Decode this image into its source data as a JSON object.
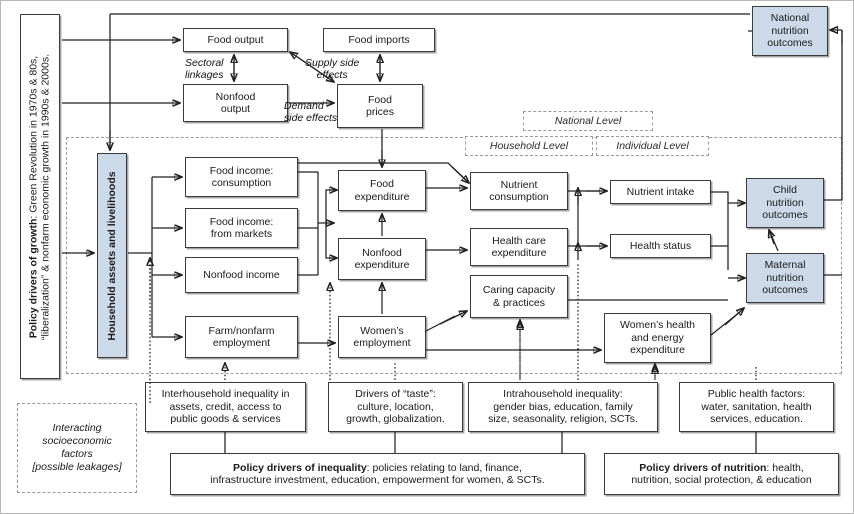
{
  "figure": {
    "title": "Conceptual framework linking policy drivers of growth to nutrition outcomes"
  },
  "policy_growth": {
    "bold": "Policy drivers of growth",
    "rest": ": Green Revolution in 1970s & 80s,",
    "line2": "“liberalization” & nonfarm economic growth in 1990s & 2000s."
  },
  "household_assets": {
    "label": "Household assets and livelihoods"
  },
  "nodes": {
    "food_output": "Food output",
    "food_imports": "Food imports",
    "nonfood_output": "Nonfood\noutput",
    "food_prices": "Food\nprices",
    "food_income_consumption": "Food income:\nconsumption",
    "food_income_markets": "Food income:\nfrom markets",
    "nonfood_income": "Nonfood income",
    "farm_nonfarm_employment": "Farm/nonfarm\nemployment",
    "food_expenditure": "Food\nexpenditure",
    "nonfood_expenditure": "Nonfood\nexpenditure",
    "womens_employment": "Women’s\nemployment",
    "nutrient_consumption": "Nutrient\nconsumption",
    "health_care_expenditure": "Health care\nexpenditure",
    "caring_capacity": "Caring capacity\n& practices",
    "nutrient_intake": "Nutrient intake",
    "health_status": "Health status",
    "womens_health": "Women’s health\nand energy\nexpenditure",
    "child_nutrition_outcomes": "Child\nnutrition\noutcomes",
    "maternal_nutrition_outcomes": "Maternal\nnutrition\noutcomes",
    "national_nutrition_outcomes": "National\nnutrition\noutcomes"
  },
  "edge_labels": {
    "sectoral_linkages": "Sectoral\nlinkages",
    "supply_side_effects": "Supply side\neffects",
    "demand_side_effects": "Demand\nside effects"
  },
  "level_labels": {
    "national": "National Level",
    "household": "Household Level",
    "individual": "Individual Level"
  },
  "interacting": {
    "text": "Interacting\nsocioeconomic\nfactors\n[possible leakages]"
  },
  "factor_boxes": [
    {
      "name": "interhousehold",
      "text": "Interhousehold inequality in\nassets, credit, access to\npublic goods & services"
    },
    {
      "name": "taste",
      "text": "Drivers of “taste”:\nculture, location,\ngrowth, globalization."
    },
    {
      "name": "intrahousehold",
      "text": "Intrahousehold inequality:\ngender bias, education, family\nsize, seasonality, religion, SCTs."
    },
    {
      "name": "public-health",
      "text": "Public health factors:\nwater, sanitation, health\nservices, education."
    }
  ],
  "policy_inequality": {
    "bold": "Policy drivers of inequality",
    "rest": ": policies relating to land, finance,",
    "line2": "infrastructure investment, education, empowerment for women, & SCTs."
  },
  "policy_nutrition": {
    "bold": "Policy drivers of nutrition",
    "rest": ": health,",
    "line2": "nutrition, social protection, & education"
  },
  "colors": {
    "outcome_blue": "#ccd9e9",
    "box_border": "#3b3b3b",
    "dashed_gray": "#9a9a9a",
    "wire": "#222222"
  }
}
